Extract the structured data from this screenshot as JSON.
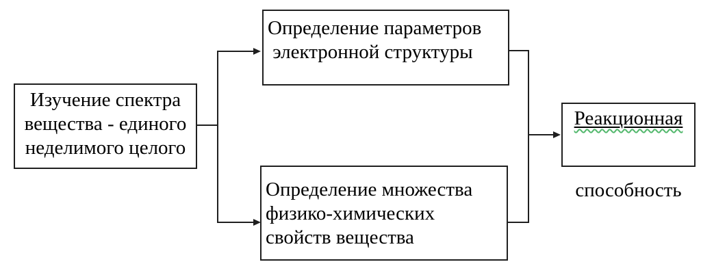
{
  "diagram": {
    "boxes": {
      "spectrum_study": {
        "text": "Изучение спектра\nвещества - единого\nнеделимого целого"
      },
      "electronic_structure": {
        "text": "Определение параметров\n электронной структуры"
      },
      "physchem_properties": {
        "text": "Определение множества\nфизико-химических\nсвойств вещества"
      },
      "reactivity": {
        "line1": "Реакционная",
        "line2": "способность"
      }
    },
    "colors": {
      "line": "#1f1f1f",
      "box_border": "#1f1f1f",
      "text": "#000000",
      "background": "#ffffff",
      "spellcheck_wavy_underline": "#53b86d"
    }
  }
}
